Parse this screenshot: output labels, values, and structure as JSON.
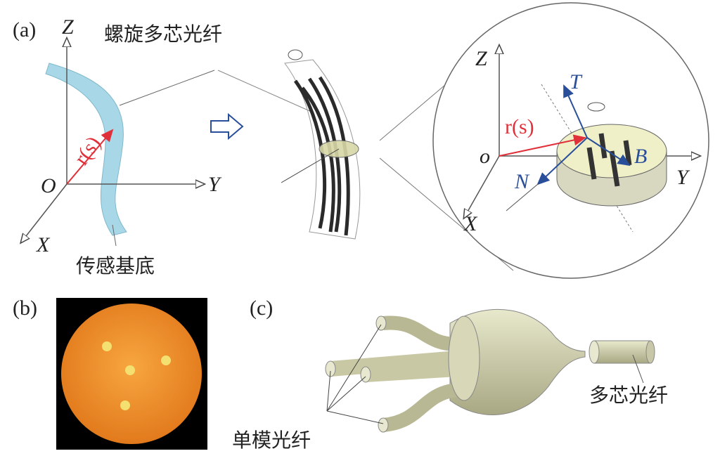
{
  "panels": {
    "a": {
      "tag": "(a)",
      "left_axes": {
        "z": "Z",
        "y": "Y",
        "x": "X",
        "origin": "O",
        "vector": "r(s)"
      },
      "label_fiber": "螺旋多芯光纤",
      "label_substrate": "传感基底",
      "zoom_axes": {
        "z": "Z",
        "y": "Y",
        "x": "X",
        "origin": "o",
        "vector": "r(s)",
        "t": "T",
        "b": "B",
        "n": "N"
      }
    },
    "b": {
      "tag": "(b)"
    },
    "c": {
      "tag": "(c)",
      "label_multicore": "多芯光纤",
      "label_singlemode": "单模光纤"
    }
  },
  "colors": {
    "vector": "#e0303a",
    "frame": "#2a4f9a",
    "ribbon": "#a8d8e8",
    "fiber_body": "#d8d8b8",
    "core_image": "#f0962a"
  }
}
